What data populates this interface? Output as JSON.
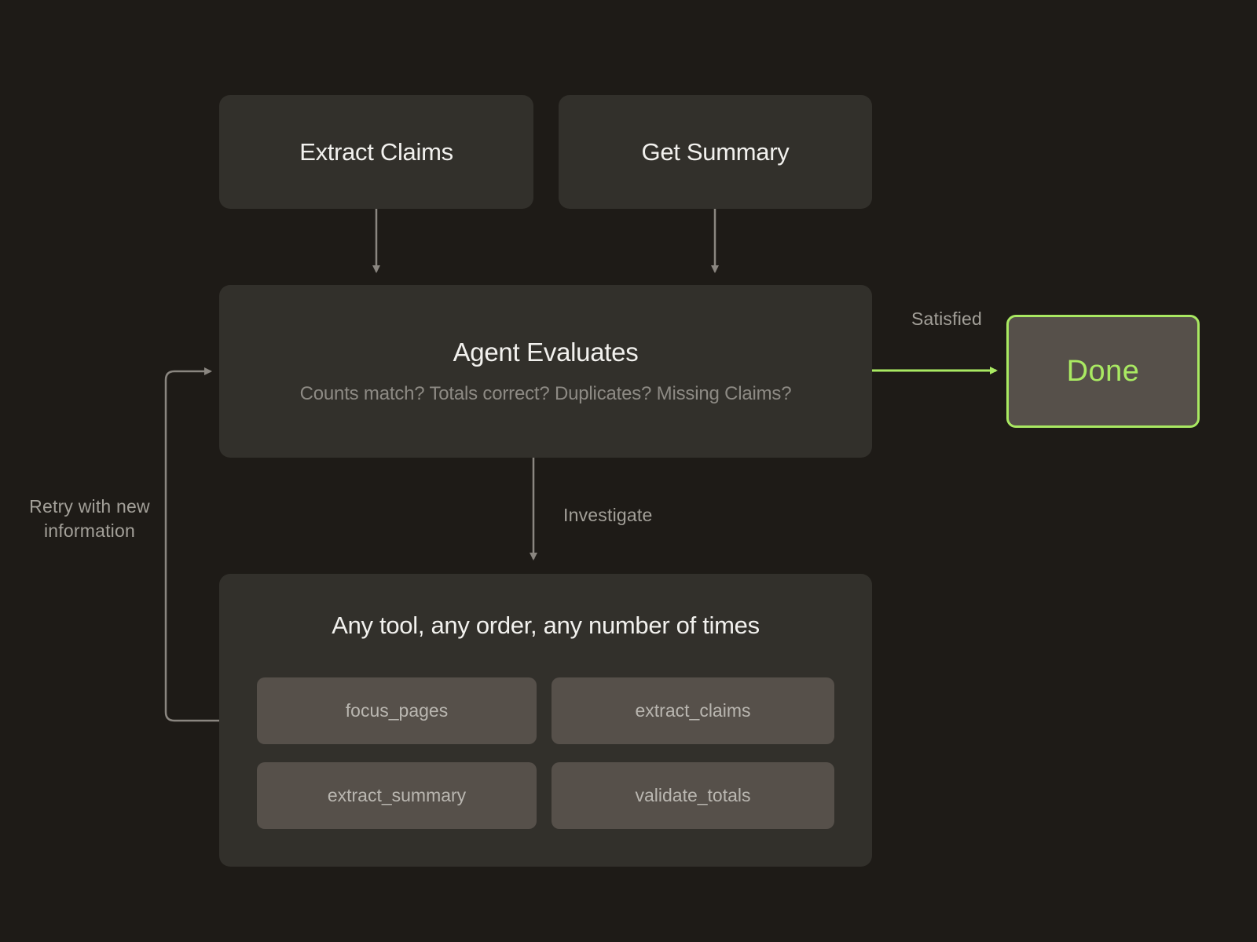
{
  "diagram": {
    "nodes": {
      "extract_claims": {
        "label": "Extract Claims"
      },
      "get_summary": {
        "label": "Get Summary"
      },
      "agent": {
        "title": "Agent Evaluates",
        "subtitle": "Counts match? Totals correct? Duplicates? Missing Claims?"
      },
      "done": {
        "label": "Done"
      },
      "tools": {
        "title": "Any tool, any order, any number of times",
        "chips": [
          "focus_pages",
          "extract_claims",
          "extract_summary",
          "validate_totals"
        ]
      }
    },
    "edges": {
      "satisfied_label": "Satisfied",
      "investigate_label": "Investigate",
      "retry_label_line1": "Retry with new",
      "retry_label_line2": "information"
    },
    "colors": {
      "background": "#1e1b17",
      "card": "#32302b",
      "chip": "#56504a",
      "accent_green": "#a9e962",
      "arrow_gray": "#8a8680",
      "label_gray": "#a3a099",
      "subtitle_gray": "#8d8a84",
      "text_white": "#f2f1ee"
    }
  }
}
